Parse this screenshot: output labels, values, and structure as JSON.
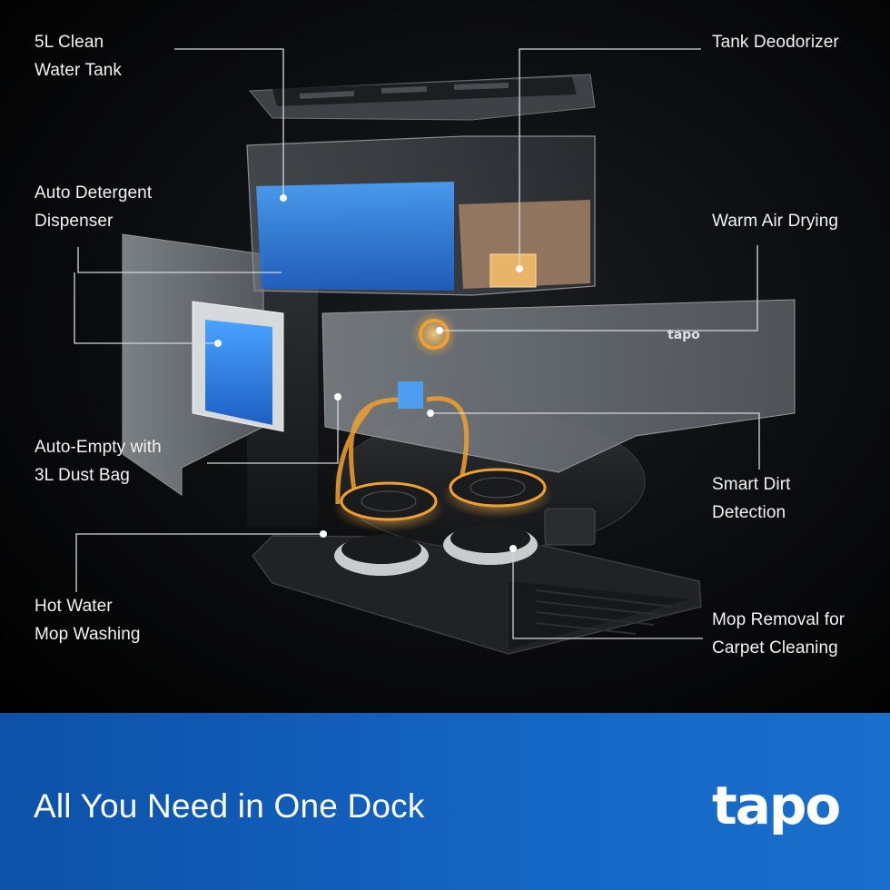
{
  "features": {
    "clean_water_tank": "5L Clean\nWater Tank",
    "detergent_dispenser": "Auto Detergent\nDispenser",
    "auto_empty": "Auto-Empty with\n3L Dust Bag",
    "hot_water_washing": "Hot Water\nMop Washing",
    "tank_deodorizer": "Tank Deodorizer",
    "warm_air_drying": "Warm Air Drying",
    "smart_dirt_detection": "Smart Dirt\nDetection",
    "mop_removal": "Mop Removal for\nCarpet Cleaning"
  },
  "banner": {
    "headline": "All You Need in One Dock",
    "brand": "tapo",
    "panel_brand": "tapo"
  },
  "colors": {
    "banner_blue": "#1466c4",
    "water_blue": "#3a8ee8",
    "glow_orange": "#f0a030"
  }
}
